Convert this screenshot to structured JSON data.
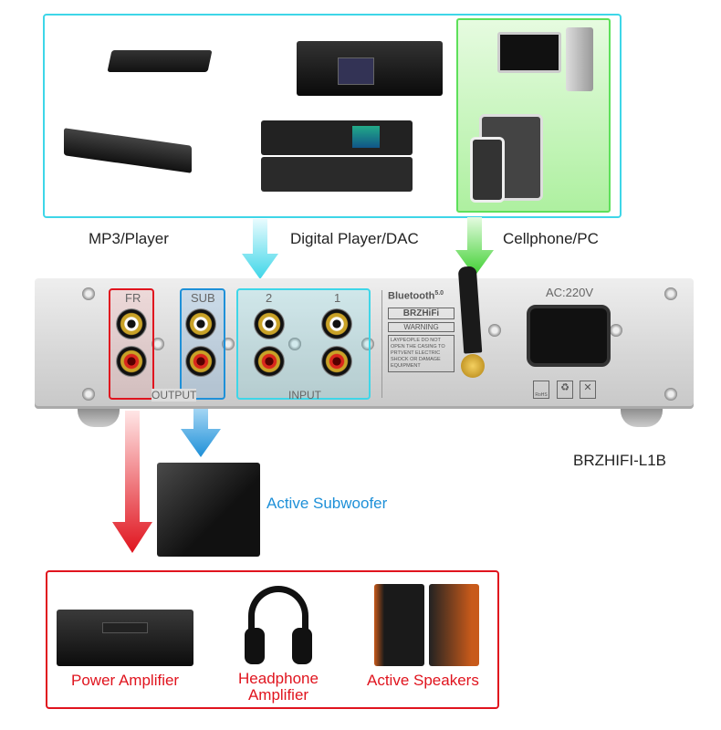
{
  "sources": {
    "labels": [
      "MP3/Player",
      "Digital Player/DAC",
      "Cellphone/PC"
    ]
  },
  "panel": {
    "output_fr": "FR",
    "output_sub": "SUB",
    "input_2": "2",
    "input_1": "1",
    "output_label": "OUTPUT",
    "input_label": "INPUT",
    "bluetooth": "Bluetooth",
    "bluetooth_version": "5.0",
    "brand": "BRZHiFi",
    "warning": "WARNING",
    "warning_text": "LAYPEOPLE DO NOT OPEN THE CASING TO PRTVENT ELECTRIC SHOCK OR DAMAGE EQUIPMENT",
    "ac": "AC:220V",
    "rohs": "RoHS"
  },
  "model": "BRZHIFI-L1B",
  "subwoofer_label": "Active Subwoofer",
  "outputs": {
    "power_amp": "Power Amplifier",
    "headphone_amp_1": "Headphone",
    "headphone_amp_2": "Amplifier",
    "speakers": "Active Speakers"
  },
  "colors": {
    "cyan": "#3ed6e8",
    "green": "#3ccf2e",
    "red": "#e0141e",
    "blue": "#1e90d8"
  }
}
